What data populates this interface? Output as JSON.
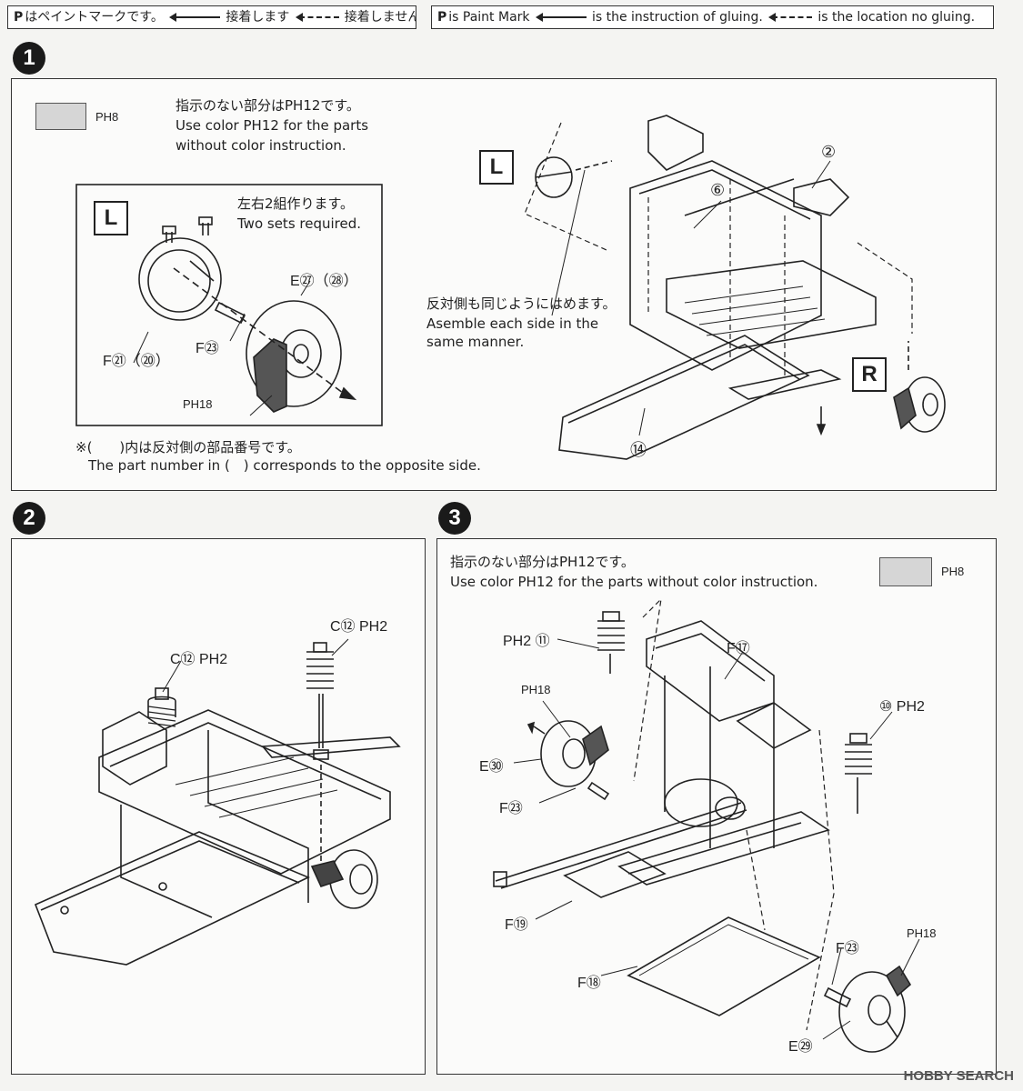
{
  "legend": {
    "jp": {
      "p": "P",
      "paint": "はペイントマークです。",
      "glue": "接着します",
      "noglue": "接着しません"
    },
    "en": {
      "p": "P",
      "paint": "is Paint Mark",
      "glue": "is the instruction of gluing.",
      "noglue": "is the location no gluing."
    }
  },
  "steps": {
    "s1": {
      "num": "1",
      "swatch_label": "PH8",
      "note_jp": "指示のない部分はPH12です。",
      "note_en1": "Use color PH12 for the parts",
      "note_en2": "without color instruction.",
      "inset": {
        "side": "L",
        "sets_jp": "左右2組作ります。",
        "sets_en": "Two sets required.",
        "labels": {
          "e27": "E㉗（㉘）",
          "f21": "F㉑（⑳）",
          "f23": "F㉓",
          "ph18": "PH18"
        }
      },
      "side_L": "L",
      "side_R": "R",
      "same_jp": "反対側も同じようにはめます。",
      "same_en1": "Asemble each side in the",
      "same_en2": "same manner.",
      "part2": "②",
      "part6": "⑥",
      "part14": "⑭",
      "footnote_jp": "※(　　)内は反対側の部品番号です。",
      "footnote_en": "The part number in (　) corresponds to the opposite side."
    },
    "s2": {
      "num": "2",
      "label_a": "C⑫ PH2",
      "label_b": "C⑫ PH2"
    },
    "s3": {
      "num": "3",
      "note_jp": "指示のない部分はPH12です。",
      "note_en": "Use color PH12 for the parts without color instruction.",
      "swatch_label": "PH8",
      "labels": {
        "ph2_11": "PH2 ⑪",
        "ph18a": "PH18",
        "f17": "F⑰",
        "p10": "⑩ PH2",
        "e30": "E㉚",
        "f23a": "F㉓",
        "f19": "F⑲",
        "f18": "F⑱",
        "f23b": "F㉓",
        "ph18b": "PH18",
        "e29": "E㉙"
      }
    }
  },
  "watermark": "HOBBY SEARCH",
  "colors": {
    "ink": "#222222",
    "swatch": "#d6d6d6",
    "paper": "#f4f4f2"
  }
}
